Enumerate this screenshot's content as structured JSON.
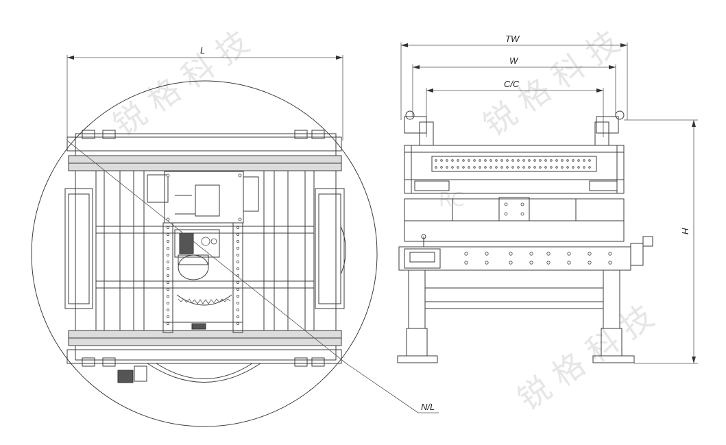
{
  "dimensions": {
    "length": "L",
    "total_width": "TW",
    "width": "W",
    "center_to_center": "C/C",
    "height": "H",
    "rotation_clearance": "N/L"
  },
  "watermark": {
    "line1": "锐 格 科 技",
    "line2": "锐 格 科 技",
    "logo_text": "RC"
  },
  "colors": {
    "line": "#3a3a3a",
    "watermark": "#e6e6e6",
    "background": "#ffffff"
  }
}
